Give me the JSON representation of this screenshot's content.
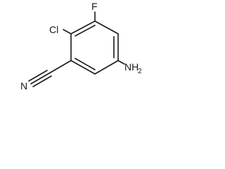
{
  "molecule": {
    "labels": {
      "fluorine": "F",
      "chlorine": "Cl",
      "nitrile_nitrogen": "N",
      "amino_group": "NH",
      "amino_subscript": "2"
    },
    "colors": {
      "bond": "#1a1a1a",
      "label": "#1a1a1a",
      "background": "#ffffff"
    }
  }
}
